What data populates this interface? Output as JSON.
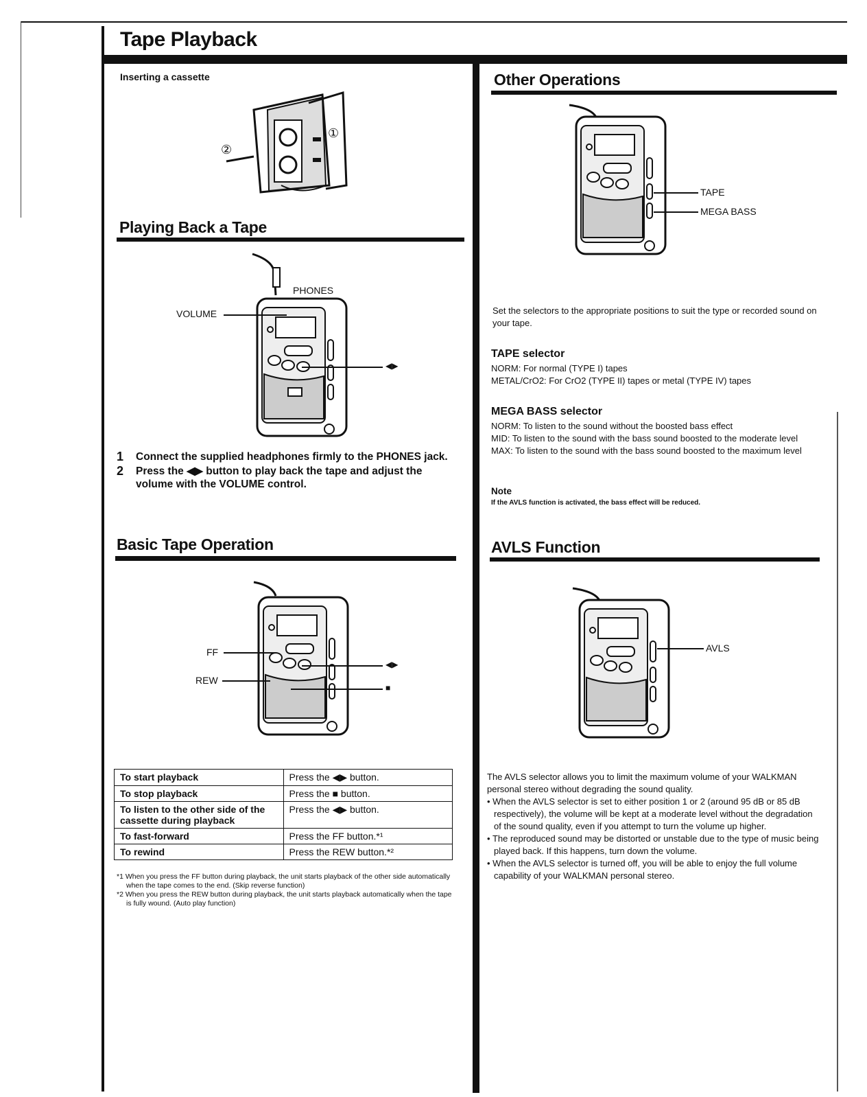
{
  "page": {
    "title": "Tape Playback"
  },
  "inserting": {
    "heading": "Inserting a cassette",
    "callout_1": "①",
    "callout_2": "②"
  },
  "playing": {
    "heading": "Playing Back a Tape",
    "label_phones": "PHONES",
    "label_volume": "VOLUME",
    "label_play": "◀▶",
    "steps": [
      {
        "num": "1",
        "text": "Connect the supplied headphones firmly to the PHONES jack."
      },
      {
        "num": "2",
        "text": "Press the ◀▶ button to play back the tape and adjust the volume with the VOLUME control."
      }
    ]
  },
  "basic": {
    "heading": "Basic Tape Operation",
    "label_ff": "FF",
    "label_rew": "REW",
    "label_play": "◀▶",
    "label_stop": "■",
    "table": [
      {
        "action": "To start playback",
        "how": "Press the ◀▶ button."
      },
      {
        "action": "To stop playback",
        "how": "Press the ■ button."
      },
      {
        "action": "To listen to the other side of the cassette during playback",
        "how": "Press the ◀▶ button."
      },
      {
        "action": "To fast-forward",
        "how": "Press the FF  button.*¹"
      },
      {
        "action": "To rewind",
        "how": "Press the REW button.*²"
      }
    ],
    "footnotes": [
      "*1 When you press the FF button during playback, the unit starts playback of the other side automatically when the tape comes to the end.  (Skip reverse function)",
      "*2 When you press the REW button during playback, the unit starts playback automatically when the tape is fully wound.  (Auto play function)"
    ]
  },
  "other": {
    "heading": "Other Operations",
    "label_tape": "TAPE",
    "label_megabass": "MEGA BASS",
    "intro": "Set the selectors to the appropriate positions to suit the type or recorded sound on your tape.",
    "tape_selector": {
      "heading": "TAPE selector",
      "lines": [
        "NORM: For normal (TYPE I) tapes",
        "METAL/CrO2: For CrO2 (TYPE II) tapes or metal (TYPE IV) tapes"
      ]
    },
    "megabass_selector": {
      "heading": "MEGA BASS selector",
      "lines": [
        "NORM: To listen to the sound without the boosted bass effect",
        "MID: To listen to the sound with the bass sound boosted to the moderate level",
        "MAX: To listen to the sound with the bass sound boosted to the maximum level"
      ]
    },
    "note_heading": "Note",
    "note_text": "If the AVLS function is activated, the bass effect will be reduced."
  },
  "avls": {
    "heading": "AVLS Function",
    "label_avls": "AVLS",
    "intro": "The AVLS selector allows you to limit the maximum volume of your WALKMAN personal stereo without degrading the sound quality.",
    "bullets": [
      "When the AVLS selector is set to either position 1 or 2 (around 95 dB or 85 dB respectively), the volume will be kept at a moderate level without the degradation of the sound quality, even if you attempt to turn the volume up higher.",
      "The reproduced sound may be distorted or unstable due to the type of music being played back.  If this happens, turn down the volume.",
      "When the AVLS selector is turned off, you will be able to enjoy the full volume capability of your WALKMAN personal stereo."
    ]
  }
}
